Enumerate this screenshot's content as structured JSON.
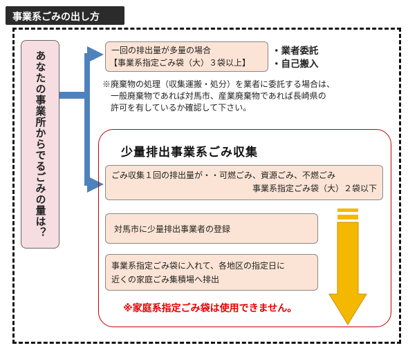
{
  "header": {
    "title": "事業系ごみの出し方"
  },
  "left_panel": {
    "question": "あなたの事業所からでるごみの量は？"
  },
  "large_amount": {
    "line1": "一回の排出量が多量の場合",
    "line2": "【事業系指定ごみ袋（大）３袋以上】",
    "options": [
      "・業者委託",
      "・自己搬入"
    ]
  },
  "note": {
    "line1": "※廃棄物の処理（収集運搬・処分）を業者に委託する場合は、",
    "line2": "一般廃棄物であれば対馬市、産業廃棄物であれば長崎県の",
    "line3": "許可を有しているか確認して下さい。"
  },
  "small_collection": {
    "heading": "少量排出事業系ごみ収集",
    "condition_line1": "ごみ収集１回の排出量が・・可燃ごみ、資源ごみ、不燃ごみ",
    "condition_line2": "事業系指定ごみ袋（大）２袋以下",
    "step1": "対馬市に少量排出事業者の登録",
    "step2_line1": "事業系指定ごみ袋に入れて、各地区の指定日に",
    "step2_line2": "近くの家庭ごみ集積場へ排出",
    "warning": "※家庭系指定ごみ袋は使用できません。"
  },
  "colors": {
    "box_fill": "#fbe4d5",
    "left_fill": "#f6dde2",
    "arrow_blue": "#4f81bd",
    "arrow_yellow": "#f5b800",
    "warning_red": "#e60000"
  }
}
